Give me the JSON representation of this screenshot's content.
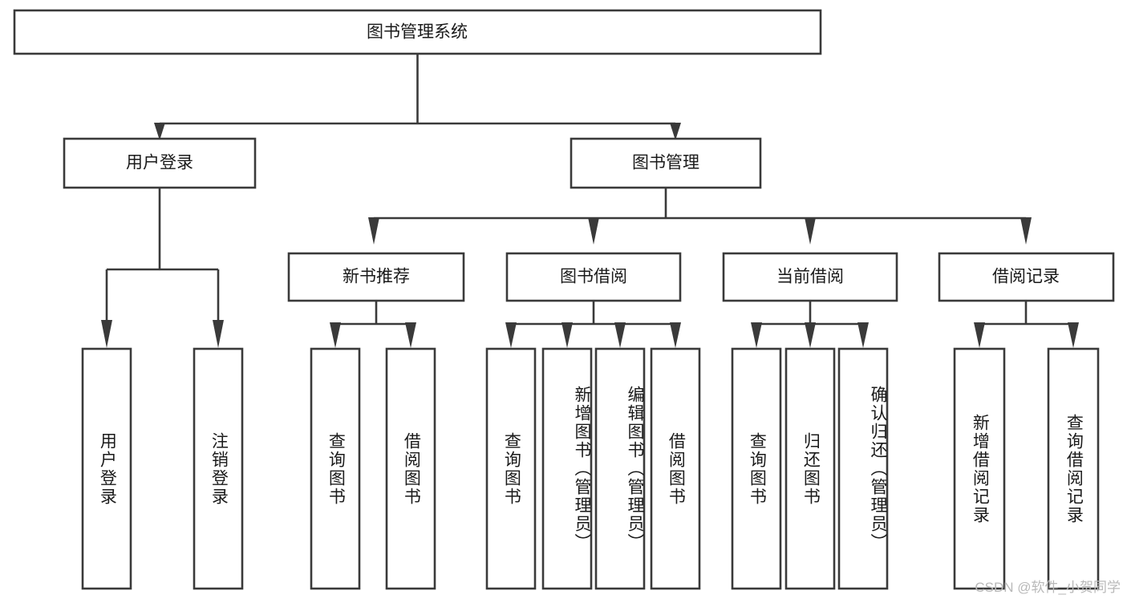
{
  "diagram": {
    "type": "tree-hierarchy",
    "title": "图书管理系统",
    "root": {
      "label": "图书管理系统",
      "orientation": "horizontal"
    },
    "level1": [
      {
        "id": "user-login",
        "label": "用户登录"
      },
      {
        "id": "book-manage",
        "label": "图书管理"
      }
    ],
    "level2": [
      {
        "id": "new-book-recommend",
        "label": "新书推荐",
        "parent": "book-manage"
      },
      {
        "id": "book-borrow",
        "label": "图书借阅",
        "parent": "book-manage"
      },
      {
        "id": "current-borrow",
        "label": "当前借阅",
        "parent": "book-manage"
      },
      {
        "id": "borrow-record",
        "label": "借阅记录",
        "parent": "book-manage"
      }
    ],
    "leaves": [
      {
        "id": "leaf-user-login",
        "label": "用户登录",
        "parent": "user-login"
      },
      {
        "id": "leaf-logout-login",
        "label": "注销登录",
        "parent": "user-login"
      },
      {
        "id": "leaf-query-book-1",
        "label": "查询图书",
        "parent": "new-book-recommend"
      },
      {
        "id": "leaf-borrow-book-1",
        "label": "借阅图书",
        "parent": "new-book-recommend"
      },
      {
        "id": "leaf-query-book-2",
        "label": "查询图书",
        "parent": "book-borrow"
      },
      {
        "id": "leaf-add-book",
        "label": "新增图书（管理员）",
        "parent": "book-borrow"
      },
      {
        "id": "leaf-edit-book",
        "label": "编辑图书（管理员）",
        "parent": "book-borrow"
      },
      {
        "id": "leaf-borrow-book-2",
        "label": "借阅图书",
        "parent": "book-borrow"
      },
      {
        "id": "leaf-query-book-3",
        "label": "查询图书",
        "parent": "current-borrow"
      },
      {
        "id": "leaf-return-book",
        "label": "归还图书",
        "parent": "current-borrow"
      },
      {
        "id": "leaf-confirm-return",
        "label": "确认归还（管理员）",
        "parent": "current-borrow"
      },
      {
        "id": "leaf-add-record",
        "label": "新增借阅记录",
        "parent": "borrow-record"
      },
      {
        "id": "leaf-query-record",
        "label": "查询借阅记录",
        "parent": "borrow-record"
      }
    ],
    "watermark": "CSDN @软件_小贺同学",
    "colors": {
      "stroke": "#3a3a3a",
      "fill": "#ffffff",
      "text": "#1a1a1a",
      "watermark": "#b9b9b9",
      "background": "#ffffff"
    }
  }
}
